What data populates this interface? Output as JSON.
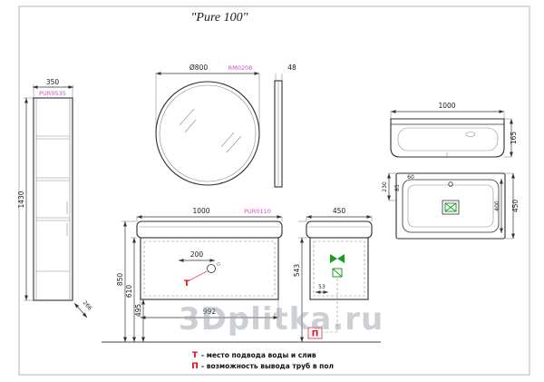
{
  "title": "\"Pure 100\"",
  "watermark": "3Dplitka.ru",
  "colors": {
    "code_label": "#cf4fc4",
    "marker_red": "#e30613",
    "plumbing_green": "#18a01b"
  },
  "tall_cabinet": {
    "code": "PUR0535",
    "width": "350",
    "height": "1430",
    "depth": "266"
  },
  "mirror": {
    "diameter": "Ø800",
    "code": "RM0208",
    "thickness": "48"
  },
  "washbasin_front": {
    "width": "1000",
    "height": "165"
  },
  "washbasin_plan": {
    "depth": "450",
    "bowl_depth": "400",
    "drain_offset": "230",
    "dim_85": "85",
    "dim_60": "60"
  },
  "vanity_front": {
    "width": "1000",
    "code": "PUR0110",
    "drain_dim": "200",
    "height_total": "850",
    "height_bottom": "610",
    "height_495": "495",
    "width_bottom": "992",
    "water_marker": "Т"
  },
  "vanity_side": {
    "depth": "450",
    "dim_543": "543",
    "dim_53": "53",
    "floor_marker": "П"
  },
  "legend": {
    "t_letter": "Т",
    "t_text": "- место подвода воды и слив",
    "p_letter": "П",
    "p_text": "- возможность вывода труб в пол"
  }
}
